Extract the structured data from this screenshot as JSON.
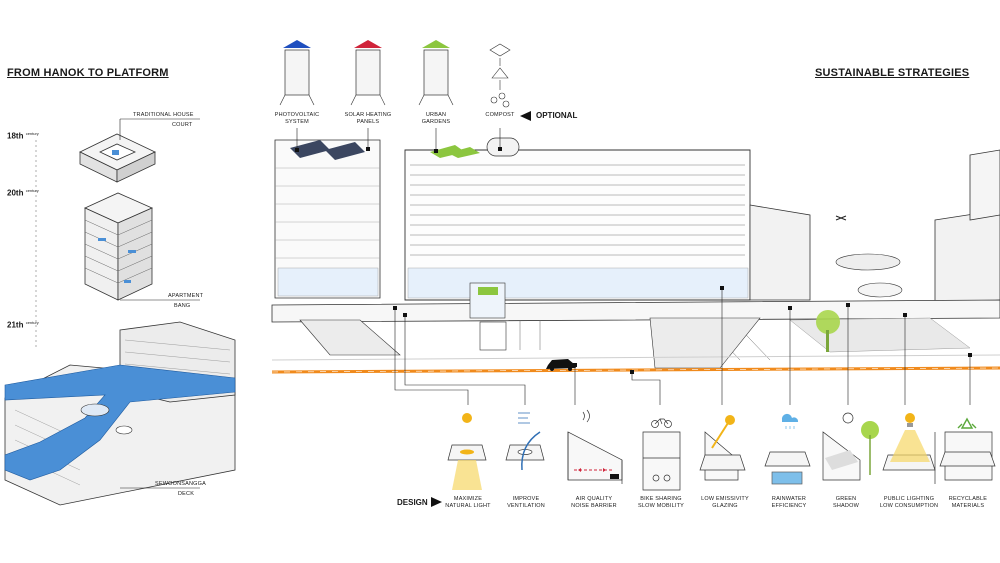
{
  "titles": {
    "left": "FROM HANOK TO PLATFORM",
    "right": "SUSTAINABLE STRATEGIES"
  },
  "timeline": [
    {
      "num": "18th",
      "suffix": "century"
    },
    {
      "num": "20th",
      "suffix": "century"
    },
    {
      "num": "21th",
      "suffix": "century"
    }
  ],
  "history_labels": {
    "hanok": {
      "top": "TRADITIONAL HOUSE",
      "bottom": "COURT"
    },
    "apartment": {
      "top": "APARTMENT",
      "bottom": "BANG"
    },
    "deck": {
      "top": "SEWOONSANGGA",
      "bottom": "DECK"
    }
  },
  "optional": {
    "label": "OPTIONAL",
    "items": [
      {
        "line1": "PHOTOVOLTAIC",
        "line2": "SYSTEM",
        "color": "#1f4fbf"
      },
      {
        "line1": "SOLAR HEATING",
        "line2": "PANELS",
        "color": "#d0243a"
      },
      {
        "line1": "URBAN",
        "line2": "GARDENS",
        "color": "#8cc63f"
      },
      {
        "line1": "COMPOST",
        "line2": "",
        "color": "#555555"
      }
    ]
  },
  "design": {
    "label": "DESIGN",
    "items": [
      {
        "line1": "MAXIMIZE",
        "line2": "NATURAL LIGHT",
        "icon": "sun-icon"
      },
      {
        "line1": "IMPROVE",
        "line2": "VENTILATION",
        "icon": "wind-icon"
      },
      {
        "line1": "AIR QUALITY",
        "line2": "NOISE BARRIER",
        "icon": "sound-icon"
      },
      {
        "line1": "BIKE SHARING",
        "line2": "SLOW MOBILITY",
        "icon": "bike-icon"
      },
      {
        "line1": "LOW EMISSIVITY",
        "line2": "GLAZING",
        "icon": "sun-icon"
      },
      {
        "line1": "RAINWATER",
        "line2": "EFFICIENCY",
        "icon": "rain-cloud-icon"
      },
      {
        "line1": "GREEN",
        "line2": "SHADOW",
        "icon": "tree-icon"
      },
      {
        "line1": "PUBLIC LIGHTING",
        "line2": "LOW CONSUMPTION",
        "icon": "lightbulb-icon"
      },
      {
        "line1": "RECYCLABLE",
        "line2": "MATERIALS",
        "icon": "recycle-icon"
      }
    ]
  },
  "colors": {
    "deck_blue": "#4a8fd6",
    "sun_yellow": "#f2b418",
    "road_orange": "#f08a1c",
    "green": "#8cc63f",
    "water_blue": "#5fb0e6"
  }
}
